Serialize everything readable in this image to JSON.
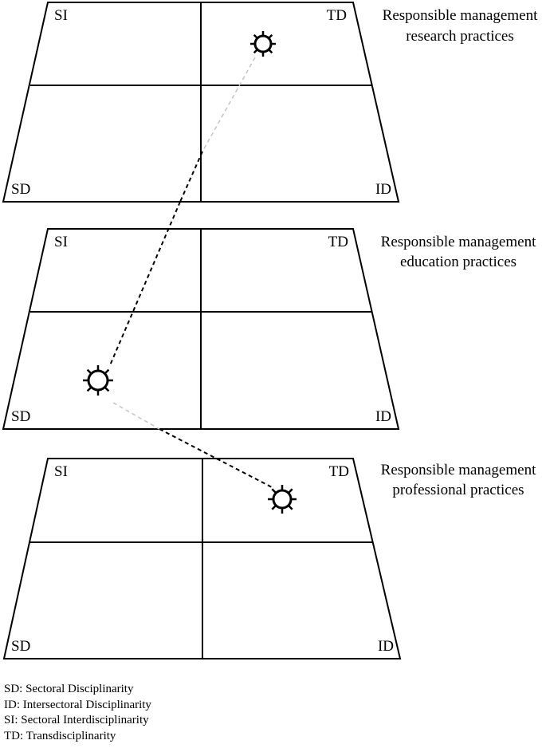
{
  "levels": [
    {
      "title_line1": "Responsible management",
      "title_line2": "research practices",
      "corners": {
        "top_left": "SI",
        "top_right": "TD",
        "bottom_left": "SD",
        "bottom_right": "ID"
      }
    },
    {
      "title_line1": "Responsible management",
      "title_line2": "education practices",
      "corners": {
        "top_left": "SI",
        "top_right": "TD",
        "bottom_left": "SD",
        "bottom_right": "ID"
      }
    },
    {
      "title_line1": "Responsible management",
      "title_line2": "professional practices",
      "corners": {
        "top_left": "SI",
        "top_right": "TD",
        "bottom_left": "SD",
        "bottom_right": "ID"
      }
    }
  ],
  "markers": [
    {
      "level": 1,
      "quadrant": "TD"
    },
    {
      "level": 2,
      "quadrant": "SD"
    },
    {
      "level": 3,
      "quadrant": "TD"
    }
  ],
  "legend": [
    "SD: Sectoral Disciplinarity",
    "ID: Intersectoral Disciplinarity",
    "SI: Sectoral Interdisciplinarity",
    "TD: Transdisciplinarity"
  ],
  "icons": {
    "marker": "sun-icon"
  }
}
